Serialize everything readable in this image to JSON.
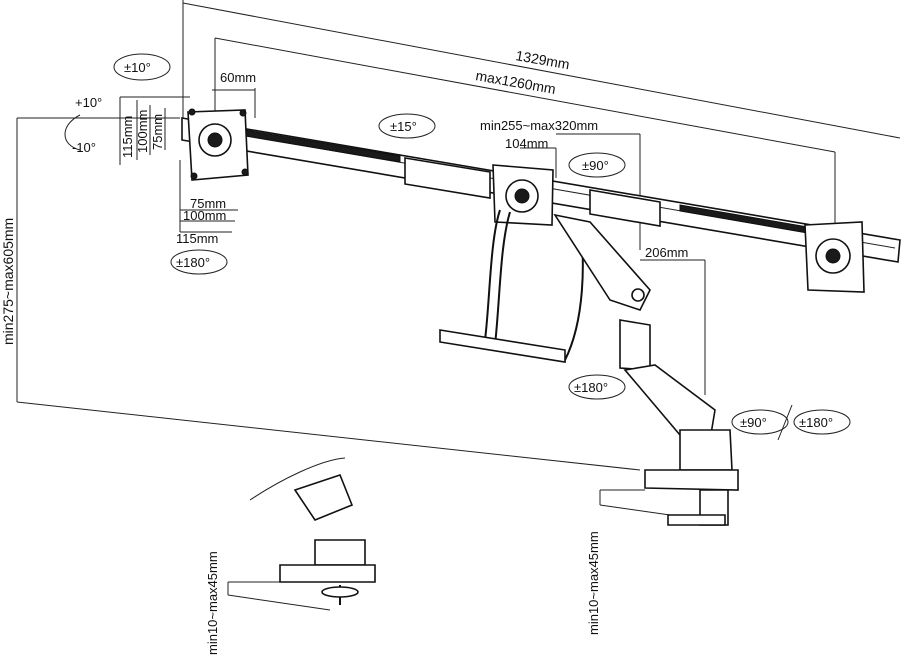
{
  "dimensions": {
    "total_width": "1329mm",
    "max_width": "max1260mm",
    "vesa_offset": "60mm",
    "arm_length": "min255~max320mm",
    "arm_offset": "104mm",
    "pole_offset": "206mm",
    "height": "min275~max605mm",
    "vesa_75": "75mm",
    "vesa_100": "100mm",
    "vesa_115": "115mm",
    "clamp_left": "min10~max45mm",
    "clamp_right": "min10~max45mm"
  },
  "rotations": {
    "swivel_left": "±10°",
    "tilt_up": "+10°",
    "tilt_down": "-10°",
    "bar_tilt": "±15°",
    "center_swivel": "±90°",
    "rotate_left": "±180°",
    "arm_rotate": "±180°",
    "base_swivel": "±90°",
    "base_rotate": "±180°"
  }
}
